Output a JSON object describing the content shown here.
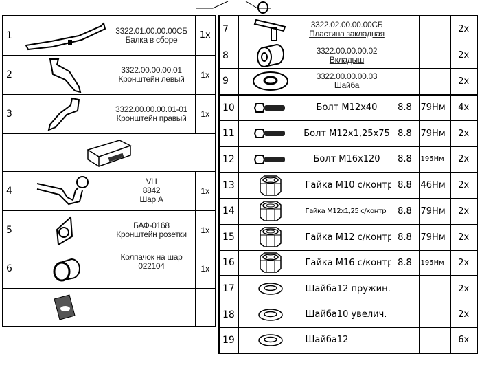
{
  "left_table": {
    "rows": [
      {
        "num": "1",
        "code": "3322.01.00.00.00СБ",
        "name": "Балка в сборе",
        "qty": "1x",
        "icon": "beam-icon"
      },
      {
        "num": "2",
        "code": "3322.00.00.00.01",
        "name": "Кронштейн левый",
        "qty": "1x",
        "icon": "left-bracket-icon"
      },
      {
        "num": "3",
        "code": "3322.00.00.00.01-01",
        "name": "Кронштейн правый",
        "qty": "1x",
        "icon": "right-bracket-icon"
      },
      {
        "num": "4",
        "code": "VH",
        "code2": "8842",
        "name": "Шар А",
        "qty": "1x",
        "icon": "tow-ball-icon"
      },
      {
        "num": "5",
        "code": "БАФ-0168",
        "name": "Кронштейн розетки",
        "qty": "1x",
        "icon": "socket-bracket-icon"
      },
      {
        "num": "6",
        "code": "Колпачок на шар",
        "name": "022104",
        "qty": "1x",
        "icon": "ball-cap-icon"
      }
    ]
  },
  "right_table": {
    "rows": [
      {
        "num": "7",
        "code": "3322.02.00.00.00СБ",
        "name": "Пластина закладная",
        "grade": "",
        "torque": "",
        "qty": "2x"
      },
      {
        "num": "8",
        "code": "3322.00.00.00.02",
        "name": "Вкладыш",
        "grade": "",
        "torque": "",
        "qty": "2x"
      },
      {
        "num": "9",
        "code": "3322.00.00.00.03",
        "name": "Шайба",
        "grade": "",
        "torque": "",
        "qty": "2x"
      },
      {
        "num": "10",
        "name": "Болт М12х40",
        "grade": "8.8",
        "torque": "79Нм",
        "qty": "4x"
      },
      {
        "num": "11",
        "name": "Болт М12х1,25х75",
        "grade": "8.8",
        "torque": "79Нм",
        "qty": "2x"
      },
      {
        "num": "12",
        "name": "Болт М16х120",
        "grade": "8.8",
        "torque": "195Нм",
        "qty": "2x"
      },
      {
        "num": "13",
        "name": "Гайка М10 с/контр",
        "grade": "8.8",
        "torque": "46Нм",
        "qty": "2x"
      },
      {
        "num": "14",
        "name": "Гайка М12х1,25 с/контр",
        "grade": "8.8",
        "torque": "79Нм",
        "qty": "2x"
      },
      {
        "num": "15",
        "name": "Гайка М12 с/контр",
        "grade": "8.8",
        "torque": "79Нм",
        "qty": "2x"
      },
      {
        "num": "16",
        "name": "Гайка М16 с/контр",
        "grade": "8.8",
        "torque": "195Нм",
        "qty": "2x"
      },
      {
        "num": "17",
        "name": "Шайба12 пружин.",
        "grade": "",
        "torque": "",
        "qty": "2x"
      },
      {
        "num": "18",
        "name": "Шайба10 увелич.",
        "grade": "",
        "torque": "",
        "qty": "2x"
      },
      {
        "num": "19",
        "name": "Шайба12",
        "grade": "",
        "torque": "",
        "qty": "6x"
      }
    ]
  }
}
